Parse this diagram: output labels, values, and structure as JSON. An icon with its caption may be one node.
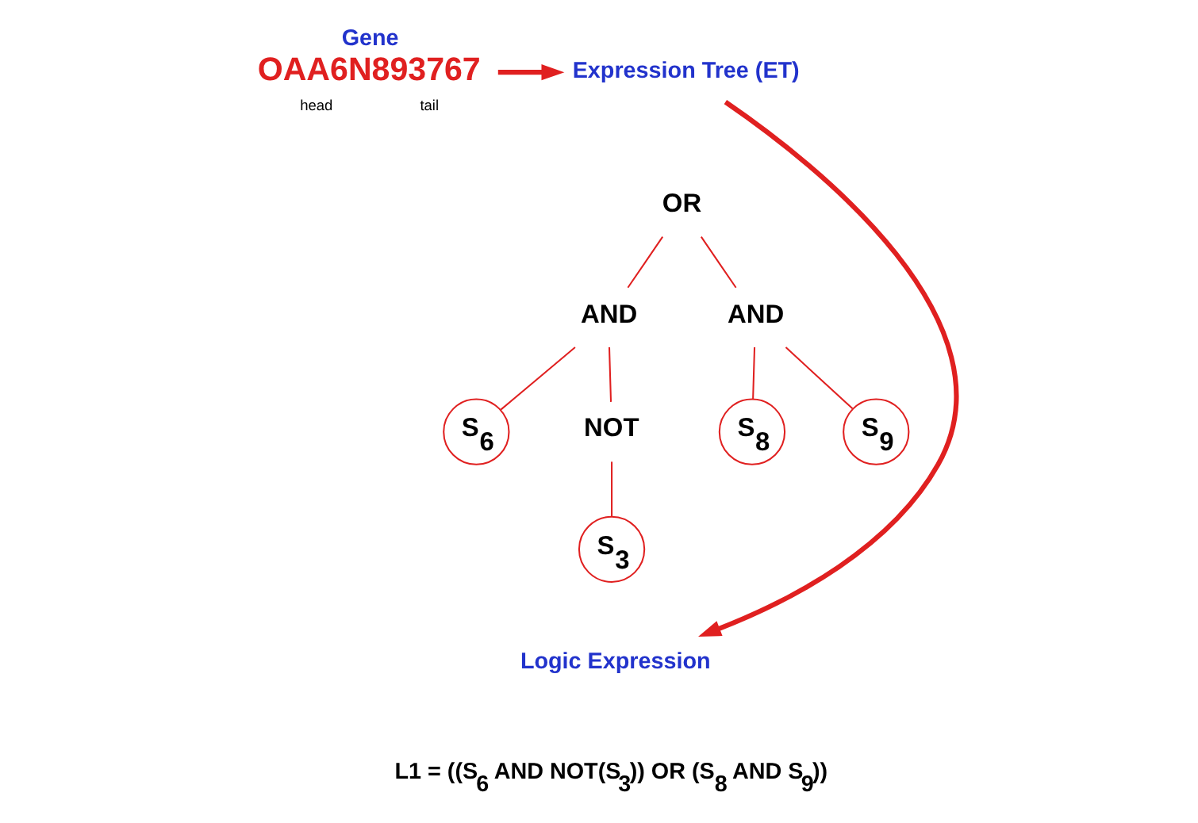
{
  "diagram": {
    "nodes": [
      {
        "text": [
          "Gene",
          "OAA6N893767"
        ],
        "beside": [
          "head",
          "tail"
        ]
      },
      {
        "text": [
          "Expression Tree (ET)"
        ]
      },
      {
        "text": [
          "OR"
        ]
      },
      {
        "text": [
          "AND"
        ]
      },
      {
        "text": [
          "AND"
        ]
      },
      {
        "text": [
          "S$_{6}$"
        ]
      },
      {
        "text": [
          "NOT"
        ]
      },
      {
        "text": [
          "S$_{8}$"
        ]
      },
      {
        "text": [
          "S$_{9}$"
        ]
      },
      {
        "text": [
          "S$_{3}$"
        ]
      },
      {
        "text": [
          "Logic Expression"
        ]
      }
    ],
    "edges": [
      {
        "from": 0,
        "to": 1,
        "arrow": "to",
        "style": "thick"
      },
      {
        "from": 2,
        "to": 3,
        "arrow": "none"
      },
      {
        "from": 2,
        "to": 4,
        "arrow": "none"
      },
      {
        "from": 3,
        "to": 5,
        "arrow": "none"
      },
      {
        "from": 3,
        "to": 6,
        "arrow": "none"
      },
      {
        "from": 4,
        "to": 7,
        "arrow": "none"
      },
      {
        "from": 4,
        "to": 8,
        "arrow": "none"
      },
      {
        "from": 6,
        "to": 9,
        "arrow": "none"
      },
      {
        "from": 1,
        "to": 10,
        "arrow": "to",
        "style": "thick"
      }
    ],
    "labels": [
      "L1 = ((S$_{6}$ AND NOT(S$_{3}$)) OR (S$_{8}$ AND S$_{9}$))"
    ]
  }
}
